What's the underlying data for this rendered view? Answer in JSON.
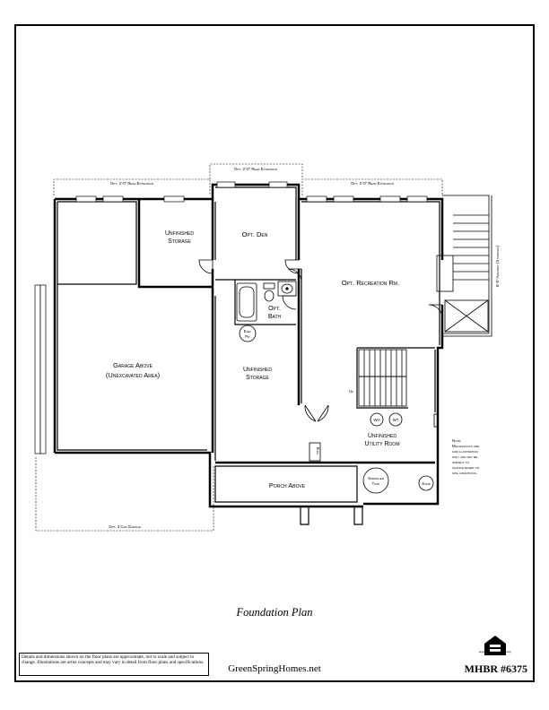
{
  "rooms": {
    "rear_ext_left": "Opt. 2'-0\" Rear Extension",
    "rear_ext_center": "Opt. 2'-0\" Rear Extension",
    "rear_ext_right": "Opt. 2'-0\" Rear Extension",
    "unfinished_storage_top_1": "Unfinished",
    "unfinished_storage_top_2": "Storage",
    "opt_den": "Opt. Den",
    "opt_recreation": "Opt. Recreation Rm.",
    "opt_bath_1": "Opt.",
    "opt_bath_2": "Bath",
    "ejec_pit_1": "Ejec",
    "ejec_pit_2": "Pit",
    "garage_1": "Garage Above",
    "garage_2": "(Unexcavated Area)",
    "unfinished_storage_1": "Unfinished",
    "unfinished_storage_2": "Storage",
    "up": "Up",
    "wh": "WH",
    "wt": "WT",
    "utility_1": "Unfinished",
    "utility_2": "Utility Room",
    "elec": "Elec",
    "sprinkler_1": "Sprinkler",
    "sprinkler_2": "Tank",
    "sump": "Sump",
    "porch": "Porch Above",
    "garage_3car": "Opt. 3 Car Garage",
    "areaway": "6'-0\" Areaway (Standard)"
  },
  "note": {
    "lines": [
      "Note:",
      "Mechanicals are",
      "for illustration",
      "only and may be",
      "subject to",
      "change based on",
      "site conditions."
    ]
  },
  "footer": {
    "title": "Foundation Plan",
    "disclaimer": "Details and dimensions shown on the floor plans are approximate, not to scale and subject to change. Illustrations are artist concepts and may vary in detail from floor plans and specifications.",
    "website": "GreenSpringHomes.net",
    "plan_code": "MHBR #6375",
    "eho_label": "Equal Housing Opportunity"
  }
}
